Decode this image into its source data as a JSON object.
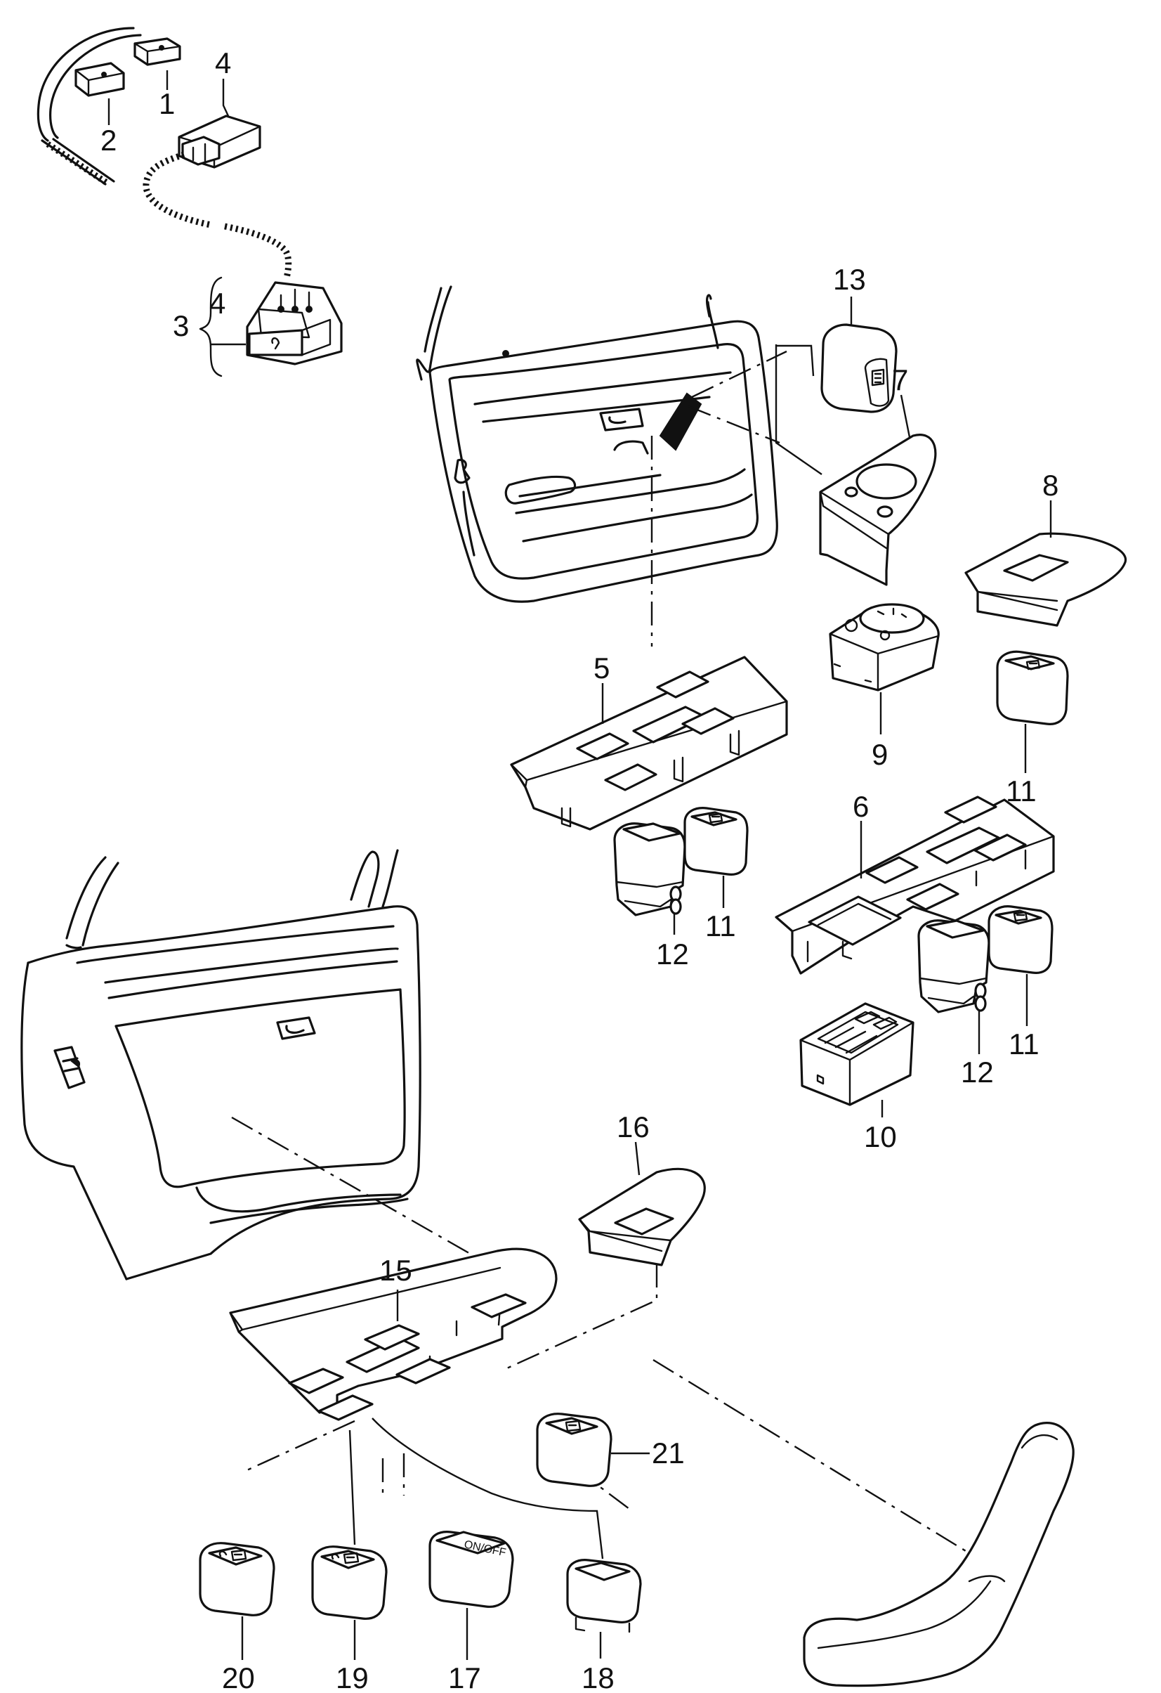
{
  "callouts": [
    {
      "id": "1",
      "text": "1"
    },
    {
      "id": "2",
      "text": "2"
    },
    {
      "id": "3",
      "text": "3"
    },
    {
      "id": "3-sub",
      "text": "4"
    },
    {
      "id": "4",
      "text": "4"
    },
    {
      "id": "5",
      "text": "5"
    },
    {
      "id": "6",
      "text": "6"
    },
    {
      "id": "7",
      "text": "7"
    },
    {
      "id": "8",
      "text": "8"
    },
    {
      "id": "9",
      "text": "9"
    },
    {
      "id": "10",
      "text": "10"
    },
    {
      "id": "11a",
      "text": "11"
    },
    {
      "id": "11b",
      "text": "11"
    },
    {
      "id": "11c",
      "text": "11"
    },
    {
      "id": "12a",
      "text": "12"
    },
    {
      "id": "12b",
      "text": "12"
    },
    {
      "id": "13",
      "text": "13"
    },
    {
      "id": "15",
      "text": "15"
    },
    {
      "id": "16",
      "text": "16"
    },
    {
      "id": "17",
      "text": "17"
    },
    {
      "id": "18",
      "text": "18"
    },
    {
      "id": "19",
      "text": "19"
    },
    {
      "id": "20",
      "text": "20"
    },
    {
      "id": "21",
      "text": "21"
    }
  ],
  "switch_17_label": "ON/OFF"
}
